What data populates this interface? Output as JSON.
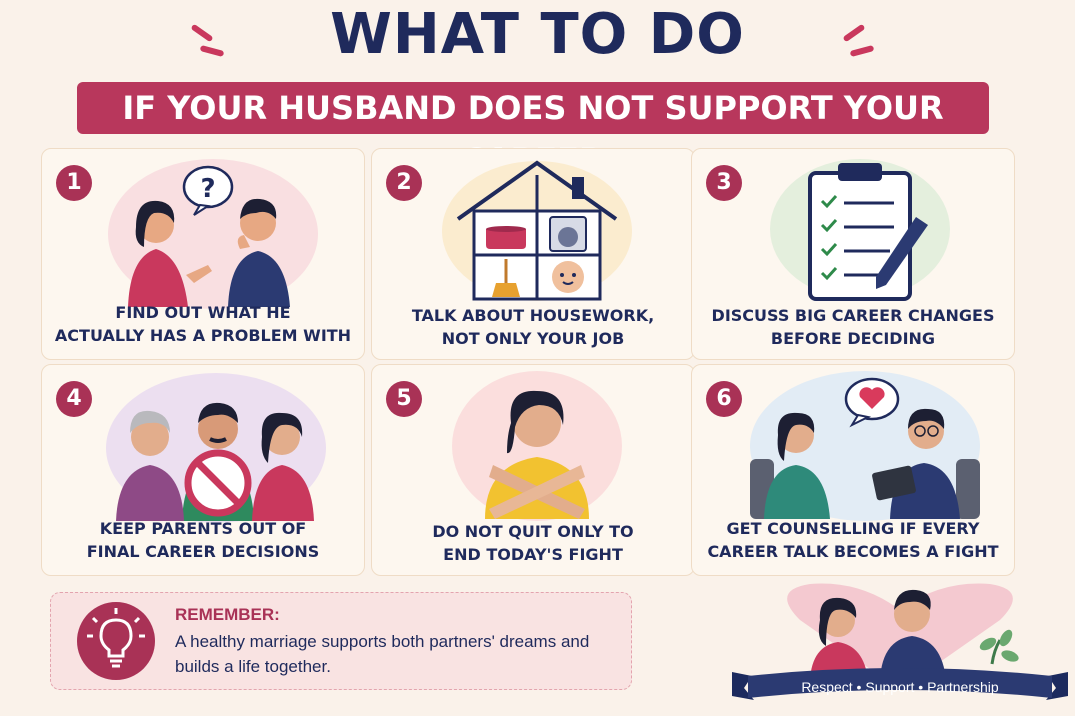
{
  "header": {
    "title": "WHAT TO DO",
    "subtitle": "IF YOUR HUSBAND DOES NOT SUPPORT YOUR CAREER"
  },
  "cards": [
    {
      "number": "1",
      "lines": [
        "FIND OUT WHAT HE",
        "ACTUALLY HAS A PROBLEM WITH"
      ],
      "icon": "couple-talking-question-icon",
      "bubble_text": "?"
    },
    {
      "number": "2",
      "lines": [
        "TALK ABOUT HOUSEWORK,",
        "NOT ONLY YOUR JOB"
      ],
      "icon": "house-chores-icon"
    },
    {
      "number": "3",
      "lines": [
        "DISCUSS BIG CAREER CHANGES",
        "BEFORE DECIDING"
      ],
      "icon": "clipboard-checklist-icon"
    },
    {
      "number": "4",
      "lines": [
        "KEEP PARENTS OUT OF",
        "FINAL CAREER DECISIONS"
      ],
      "icon": "parents-no-icon"
    },
    {
      "number": "5",
      "lines": [
        "DO NOT QUIT ONLY TO",
        "END TODAY'S FIGHT"
      ],
      "icon": "woman-crossed-arms-icon"
    },
    {
      "number": "6",
      "lines": [
        "GET COUNSELLING IF EVERY",
        "CAREER TALK BECOMES A FIGHT"
      ],
      "icon": "counselling-session-icon"
    }
  ],
  "remember": {
    "title": "REMEMBER:",
    "text": "A healthy marriage supports both partners' dreams and builds a life together.",
    "icon": "lightbulb-icon"
  },
  "footer": {
    "ribbon_text": "Respect • Support • Partnership",
    "icon": "couple-heart-icon"
  },
  "colors": {
    "navy": "#1f2a5c",
    "crimson": "#b8375c",
    "number_badge": "#a93256",
    "background": "#faf2ea"
  }
}
